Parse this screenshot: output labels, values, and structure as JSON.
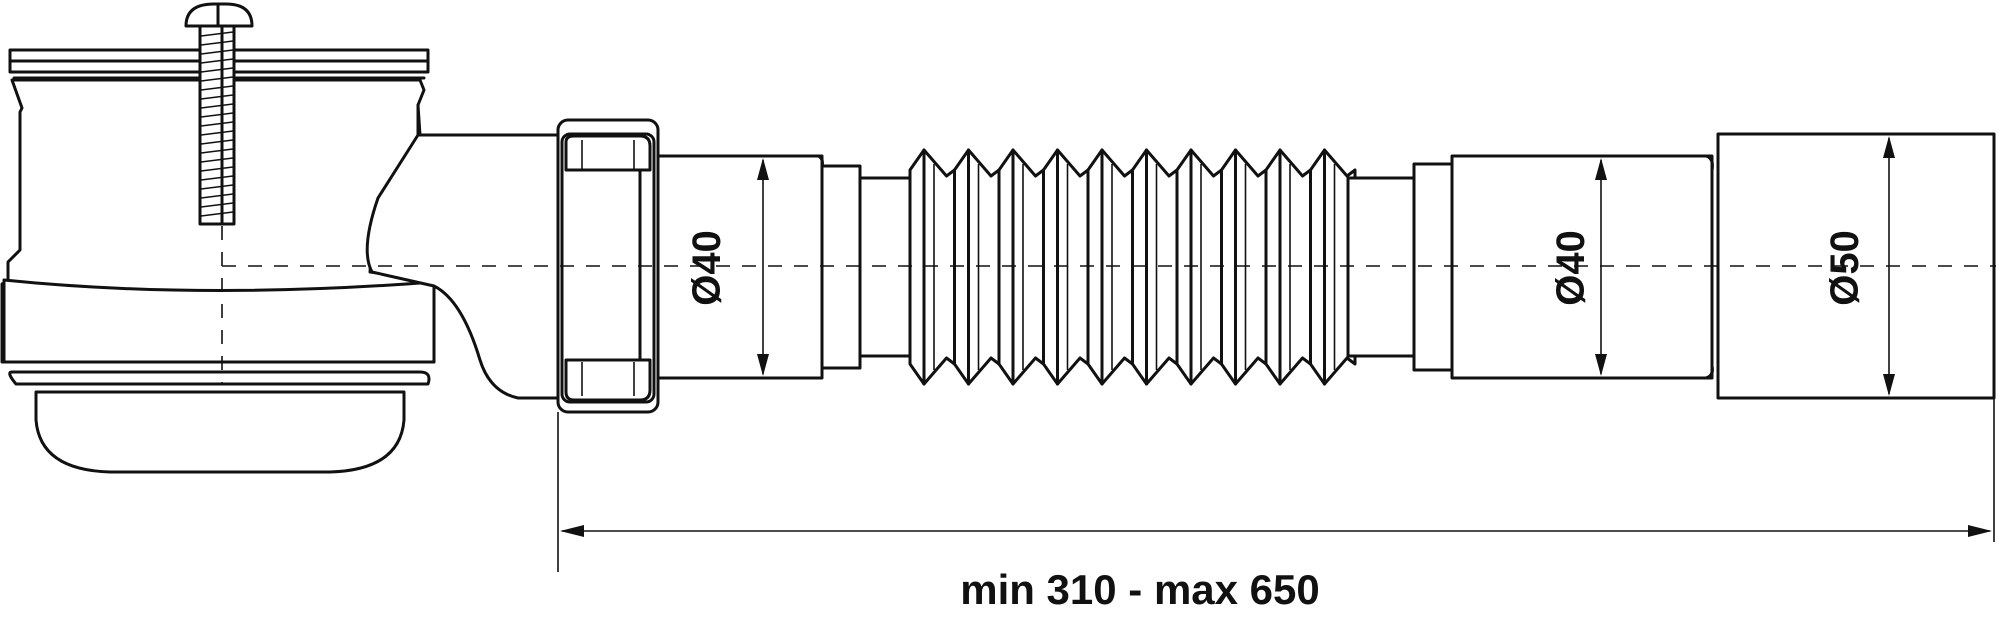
{
  "diagram": {
    "labels": {
      "inlet_diameter": "Ø40",
      "outlet_inner_diameter": "Ø40",
      "outlet_outer_diameter": "Ø50",
      "length_range": "min 310 - max 650"
    },
    "colors": {
      "line": "#111111",
      "background": "#ffffff"
    }
  }
}
